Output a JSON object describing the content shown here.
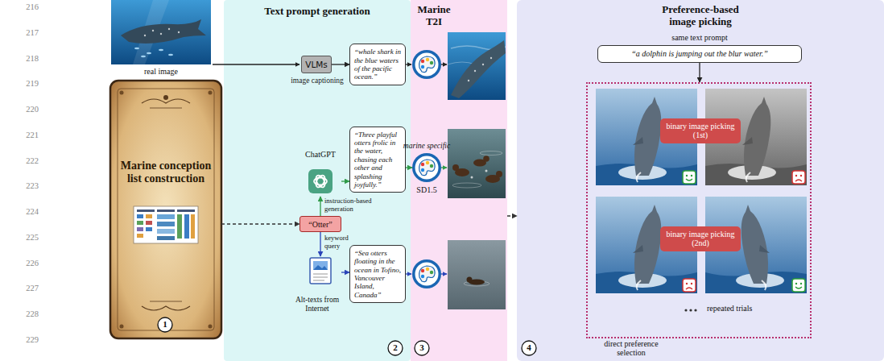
{
  "diagram": {
    "nodes": [
      {
        "text": [
          "Marine conception list construction"
        ]
      },
      {
        "text": [
          "Text prompt generation"
        ]
      },
      {
        "text": [
          "VLMs",
          "image captioning"
        ],
        "in": 1
      },
      {
        "text": [
          "“whale shark in the blue waters of the pacific ocean.”"
        ],
        "in": 1
      },
      {
        "text": [
          "ChatGPT"
        ],
        "in": 1
      },
      {
        "text": [
          "“Three playful otters frolic in the water, chasing each other and splashing joyfully.”"
        ],
        "in": 1
      },
      {
        "text": [
          "“Otter”"
        ],
        "in": 1
      },
      {
        "text": [
          "Alt-texts from Internet"
        ],
        "in": 1
      },
      {
        "text": [
          "“Sea otters floating in the ocean in Tofino, Vancouver Island, Canada”"
        ],
        "in": 1
      },
      {
        "text": [
          "Marine T2I"
        ]
      },
      {
        "text": [
          "marine specific",
          "SD1.5"
        ],
        "in": 9
      },
      {
        "text": [
          "Preference-based image picking"
        ]
      },
      {
        "text": [
          "“a dolphin is jumping out the blur water.”"
        ],
        "in": 11
      },
      {
        "text": [
          "repeated trials"
        ],
        "in": 11
      },
      {
        "text": [
          "binary image picking (1st)"
        ],
        "in": 13
      },
      {
        "text": [
          "binary image picking (2nd)"
        ],
        "in": 13
      }
    ],
    "edges": [
      {
        "from": 2,
        "to": 3,
        "arrow": "to"
      },
      {
        "from": 0,
        "to": 6,
        "arrow": "to"
      },
      {
        "from": 6,
        "to": 4,
        "label": "instruction-based generation",
        "arrow": "to"
      },
      {
        "from": 4,
        "to": 5,
        "arrow": "to"
      },
      {
        "from": 6,
        "to": 7,
        "label": "keyword query",
        "arrow": "to"
      },
      {
        "from": 7,
        "to": 8,
        "arrow": "to"
      },
      {
        "from": 5,
        "to": 10,
        "arrow": "to"
      },
      {
        "from": 9,
        "to": 11,
        "arrow": "to"
      },
      {
        "from": 12,
        "to": 13,
        "arrow": "to"
      }
    ],
    "labels": [
      "216",
      "217",
      "218",
      "219",
      "220",
      "221",
      "222",
      "223",
      "224",
      "225",
      "226",
      "227",
      "228",
      "229",
      "real image",
      "1",
      "2",
      "3",
      "same text prompt",
      "4",
      "direct preference selection"
    ]
  }
}
